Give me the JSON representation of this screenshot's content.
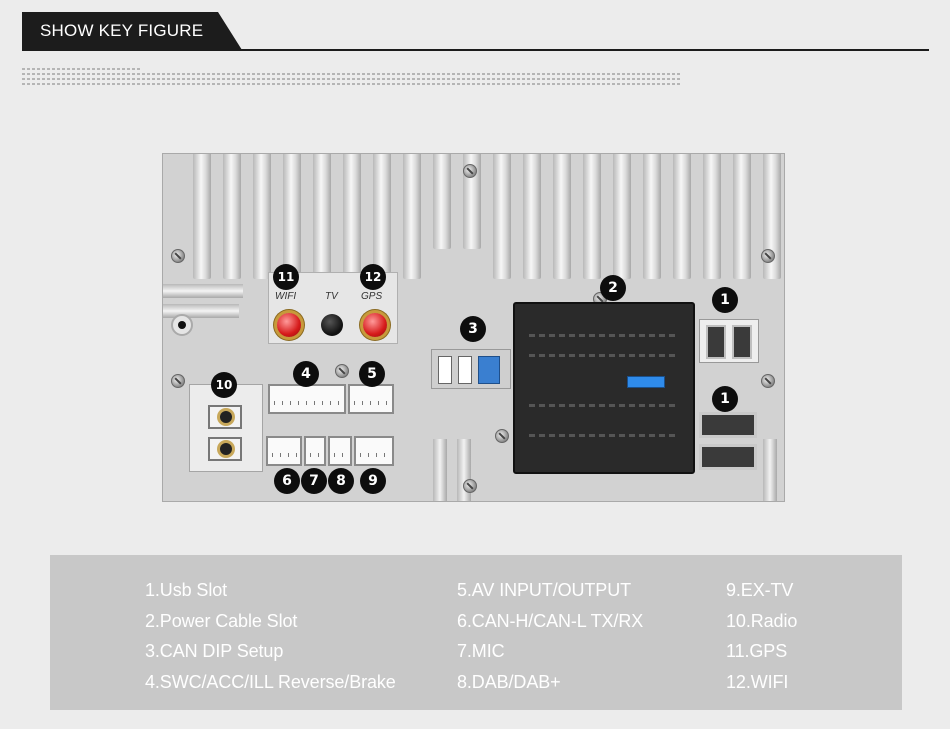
{
  "header": {
    "title": "SHOW KEY FIGURE"
  },
  "device": {
    "antenna_labels": {
      "wifi": "WIFI",
      "tv": "TV",
      "gps": "GPS"
    },
    "badges": [
      {
        "key": "usb_top",
        "number": "1"
      },
      {
        "key": "usb_bottom",
        "number": "1"
      },
      {
        "key": "power",
        "number": "2"
      },
      {
        "key": "can_dip",
        "number": "3"
      },
      {
        "key": "swc",
        "number": "4"
      },
      {
        "key": "av",
        "number": "5"
      },
      {
        "key": "can",
        "number": "6"
      },
      {
        "key": "mic",
        "number": "7"
      },
      {
        "key": "dab",
        "number": "8"
      },
      {
        "key": "extv",
        "number": "9"
      },
      {
        "key": "radio",
        "number": "10"
      },
      {
        "key": "gps",
        "number": "11"
      },
      {
        "key": "wifi",
        "number": "12"
      }
    ],
    "colors": {
      "antenna_jack": "#d61a1a",
      "fuse": "#2f8bea",
      "dip_switch": "#3a7fd0",
      "harness": "#2a2a2a"
    }
  },
  "legend": {
    "columns": [
      [
        "1.Usb Slot",
        "2.Power Cable Slot",
        "3.CAN DIP Setup",
        "4.SWC/ACC/ILL Reverse/Brake"
      ],
      [
        "5.AV INPUT/OUTPUT",
        "6.CAN-H/CAN-L TX/RX",
        "7.MIC",
        "8.DAB/DAB+"
      ],
      [
        "9.EX-TV",
        "10.Radio",
        "11.GPS",
        "12.WIFI"
      ]
    ]
  }
}
